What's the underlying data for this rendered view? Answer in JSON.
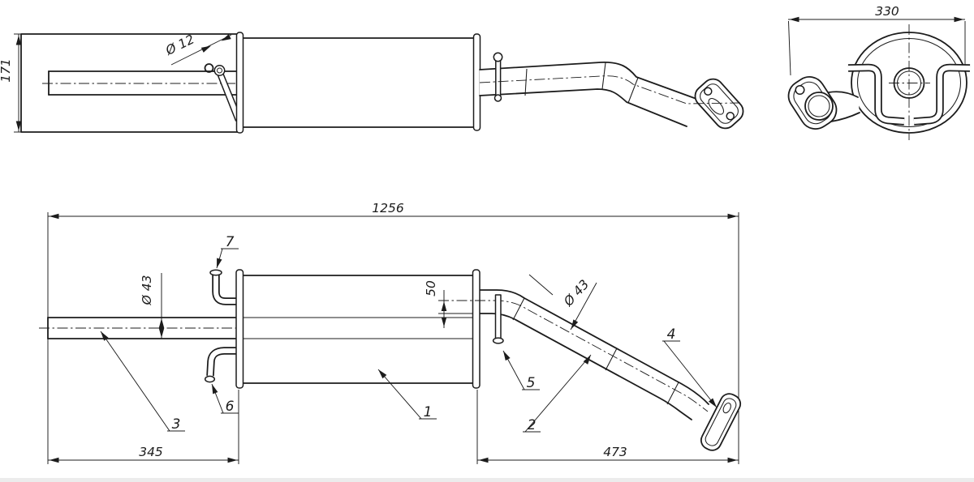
{
  "title": "Exhaust muffler assembly technical drawing",
  "colors": {
    "background": "#ffffff",
    "line": "#1c1c1c"
  },
  "dims": {
    "d171": "171",
    "d12": "Ø 12",
    "d330": "330",
    "d1256": "1256",
    "d345": "345",
    "d473": "473",
    "d43_inlet": "Ø 43",
    "d50": "50",
    "d43_outlet": "Ø 43"
  },
  "parts": {
    "muffler": "1",
    "outlet_pipe": "2",
    "inlet_pipe": "3",
    "flange": "4",
    "hanger_pin": "5",
    "lower_hook": "6",
    "upper_hook": "7"
  }
}
